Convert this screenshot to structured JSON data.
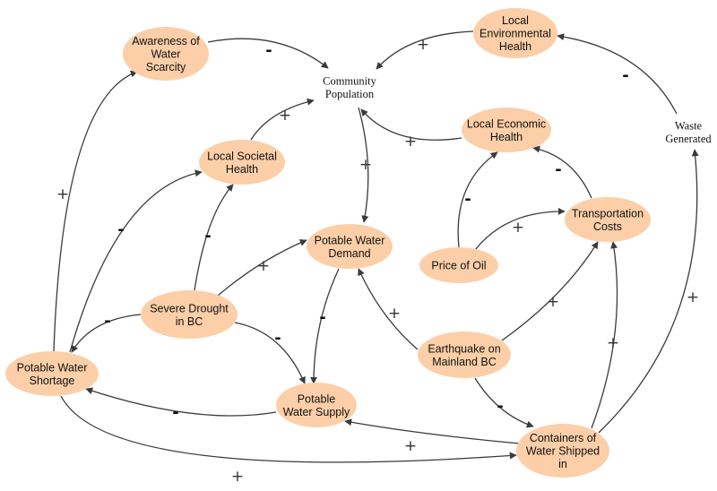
{
  "nodes": [
    {
      "id": "awareness",
      "lines": [
        "Awareness of",
        "Water",
        "Scarcity"
      ],
      "style": "ellipse"
    },
    {
      "id": "community",
      "lines": [
        "Community",
        "Population"
      ],
      "style": "plain"
    },
    {
      "id": "env_health",
      "lines": [
        "Local",
        "Environmental",
        "Health"
      ],
      "style": "ellipse"
    },
    {
      "id": "econ_health",
      "lines": [
        "Local Economic",
        "Health"
      ],
      "style": "ellipse"
    },
    {
      "id": "waste",
      "lines": [
        "Waste",
        "Generated"
      ],
      "style": "plain"
    },
    {
      "id": "societal",
      "lines": [
        "Local Societal",
        "Health"
      ],
      "style": "ellipse"
    },
    {
      "id": "transport",
      "lines": [
        "Transportation",
        "Costs"
      ],
      "style": "ellipse"
    },
    {
      "id": "demand",
      "lines": [
        "Potable Water",
        "Demand"
      ],
      "style": "ellipse"
    },
    {
      "id": "oil",
      "lines": [
        "Price of Oil"
      ],
      "style": "ellipse"
    },
    {
      "id": "drought",
      "lines": [
        "Severe Drought",
        "in BC"
      ],
      "style": "ellipse"
    },
    {
      "id": "earthquake",
      "lines": [
        "Earthquake on",
        "Mainland BC"
      ],
      "style": "ellipse"
    },
    {
      "id": "shortage",
      "lines": [
        "Potable Water",
        "Shortage"
      ],
      "style": "ellipse"
    },
    {
      "id": "supply",
      "lines": [
        "Potable",
        "Water Supply"
      ],
      "style": "ellipse"
    },
    {
      "id": "containers",
      "lines": [
        "Containers of",
        "Water Shipped",
        "in"
      ],
      "style": "ellipse"
    }
  ],
  "edges": [
    {
      "from": "awareness",
      "to": "community",
      "polarity": "-"
    },
    {
      "from": "env_health",
      "to": "community",
      "polarity": "+"
    },
    {
      "from": "waste",
      "to": "env_health",
      "polarity": "-"
    },
    {
      "from": "societal",
      "to": "community",
      "polarity": "+"
    },
    {
      "from": "econ_health",
      "to": "community",
      "polarity": "+"
    },
    {
      "from": "community",
      "to": "demand",
      "polarity": "+"
    },
    {
      "from": "transport",
      "to": "econ_health",
      "polarity": "-"
    },
    {
      "from": "oil",
      "to": "econ_health",
      "polarity": "-"
    },
    {
      "from": "oil",
      "to": "transport",
      "polarity": "+"
    },
    {
      "from": "shortage",
      "to": "awareness",
      "polarity": "+"
    },
    {
      "from": "shortage",
      "to": "societal",
      "polarity": "-"
    },
    {
      "from": "drought",
      "to": "societal",
      "polarity": "-"
    },
    {
      "from": "drought",
      "to": "demand",
      "polarity": "+"
    },
    {
      "from": "drought",
      "to": "shortage",
      "polarity": "-"
    },
    {
      "from": "drought",
      "to": "supply",
      "polarity": "-"
    },
    {
      "from": "demand",
      "to": "supply",
      "polarity": "-"
    },
    {
      "from": "earthquake",
      "to": "demand",
      "polarity": "+"
    },
    {
      "from": "earthquake",
      "to": "transport",
      "polarity": "+"
    },
    {
      "from": "earthquake",
      "to": "containers",
      "polarity": "-"
    },
    {
      "from": "supply",
      "to": "shortage",
      "polarity": "-"
    },
    {
      "from": "containers",
      "to": "supply",
      "polarity": "+"
    },
    {
      "from": "containers",
      "to": "transport",
      "polarity": "+"
    },
    {
      "from": "containers",
      "to": "waste",
      "polarity": "+"
    },
    {
      "from": "shortage",
      "to": "containers",
      "polarity": "+"
    }
  ],
  "colors": {
    "node_fill": "#fccfa8",
    "edge": "#3a3a3a"
  }
}
